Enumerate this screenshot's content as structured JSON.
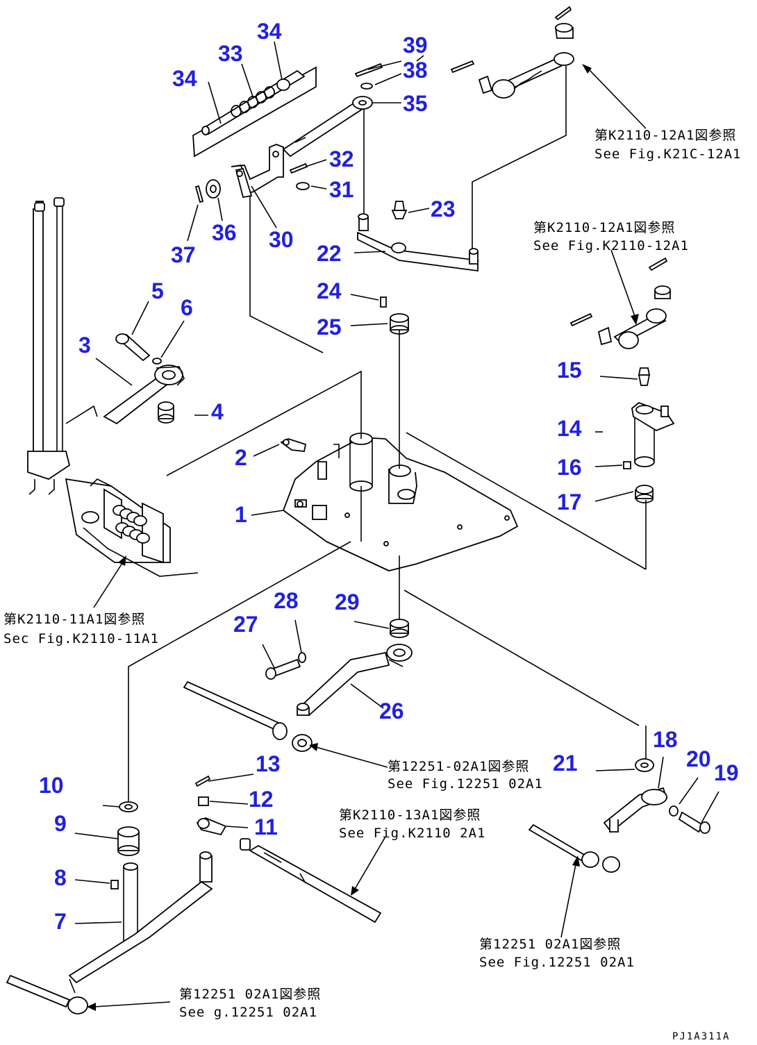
{
  "callouts": [
    {
      "id": "1",
      "text": "1"
    },
    {
      "id": "2",
      "text": "2"
    },
    {
      "id": "3",
      "text": "3"
    },
    {
      "id": "4",
      "text": "4"
    },
    {
      "id": "5",
      "text": "5"
    },
    {
      "id": "6",
      "text": "6"
    },
    {
      "id": "7",
      "text": "7"
    },
    {
      "id": "8",
      "text": "8"
    },
    {
      "id": "9",
      "text": "9"
    },
    {
      "id": "10",
      "text": "10"
    },
    {
      "id": "11",
      "text": "11"
    },
    {
      "id": "12",
      "text": "12"
    },
    {
      "id": "13",
      "text": "13"
    },
    {
      "id": "14",
      "text": "14"
    },
    {
      "id": "15",
      "text": "15"
    },
    {
      "id": "16",
      "text": "16"
    },
    {
      "id": "17",
      "text": "17"
    },
    {
      "id": "18",
      "text": "18"
    },
    {
      "id": "19",
      "text": "19"
    },
    {
      "id": "20",
      "text": "20"
    },
    {
      "id": "21",
      "text": "21"
    },
    {
      "id": "22",
      "text": "22"
    },
    {
      "id": "23",
      "text": "23"
    },
    {
      "id": "24",
      "text": "24"
    },
    {
      "id": "25",
      "text": "25"
    },
    {
      "id": "26",
      "text": "26"
    },
    {
      "id": "27",
      "text": "27"
    },
    {
      "id": "28",
      "text": "28"
    },
    {
      "id": "29",
      "text": "29"
    },
    {
      "id": "30",
      "text": "30"
    },
    {
      "id": "31",
      "text": "31"
    },
    {
      "id": "32",
      "text": "32"
    },
    {
      "id": "33",
      "text": "33"
    },
    {
      "id": "34a",
      "text": "34"
    },
    {
      "id": "34b",
      "text": "34"
    },
    {
      "id": "35",
      "text": "35"
    },
    {
      "id": "36",
      "text": "36"
    },
    {
      "id": "37",
      "text": "37"
    },
    {
      "id": "38",
      "text": "38"
    },
    {
      "id": "39",
      "text": "39"
    }
  ],
  "references": [
    {
      "id": "top-right",
      "jp": "第K2110-12A1図参照",
      "en": "See Fig.K21C-12A1"
    },
    {
      "id": "mid-right",
      "jp": "第K2110-12A1図参照",
      "en": "See Fig.K2110-12A1"
    },
    {
      "id": "left",
      "jp": "第K2110-11A1図参照",
      "en": "Sec Fig.K2110-11A1"
    },
    {
      "id": "center",
      "jp": "第12251-02A1図参照",
      "en": "See Fig.12251 02A1"
    },
    {
      "id": "lower-center",
      "jp": "第K2110-13A1図参照",
      "en": "See Fig.K2110 2A1"
    },
    {
      "id": "lower-right",
      "jp": "第12251 02A1図参照",
      "en": "See Fig.12251 02A1"
    },
    {
      "id": "bottom",
      "jp": "第12251 02A1図参照",
      "en": "See  g.12251 02A1"
    }
  ],
  "drawing_code": "PJ1A311A",
  "colors": {
    "callout": "#2020e0",
    "line": "#000000",
    "background": "#ffffff"
  }
}
